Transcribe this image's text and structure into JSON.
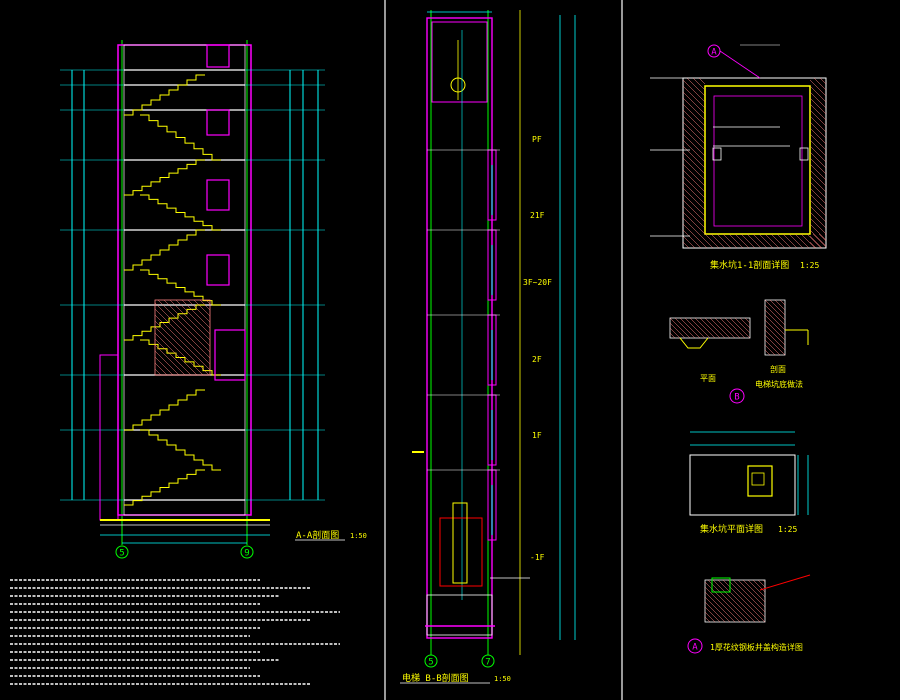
{
  "sheet": {
    "colors": {
      "background": "#000000",
      "axis": "#00ff00",
      "stair": "#ffff00",
      "frame": "#ff00ff",
      "dim": "#00ffff",
      "line": "#ffffff",
      "accent": "#ff0000",
      "hatch": "#ff8080"
    }
  },
  "section_aa": {
    "title": "A-A剖面图",
    "scale": "1:50",
    "axes": [
      "5",
      "9"
    ]
  },
  "section_bb": {
    "title": "电梯 B-B剖面图",
    "scale": "1:50",
    "axes": [
      "5",
      "7"
    ],
    "floor_labels": [
      "PF",
      "21F",
      "3F~20F",
      "2F",
      "1F",
      "-1F"
    ]
  },
  "detail_pit": {
    "title": "集水坑1-1剖面详图",
    "scale": "1:25",
    "marker": "A"
  },
  "detail_b": {
    "title": "电梯坑底做法",
    "marker": "B",
    "left_caption": "平面",
    "right_caption": "剖面"
  },
  "detail_plan": {
    "title": "集水坑平面详图",
    "scale": "1:25"
  },
  "detail_a": {
    "marker": "A",
    "title": "1厚花纹钢板井盖构造详图"
  }
}
